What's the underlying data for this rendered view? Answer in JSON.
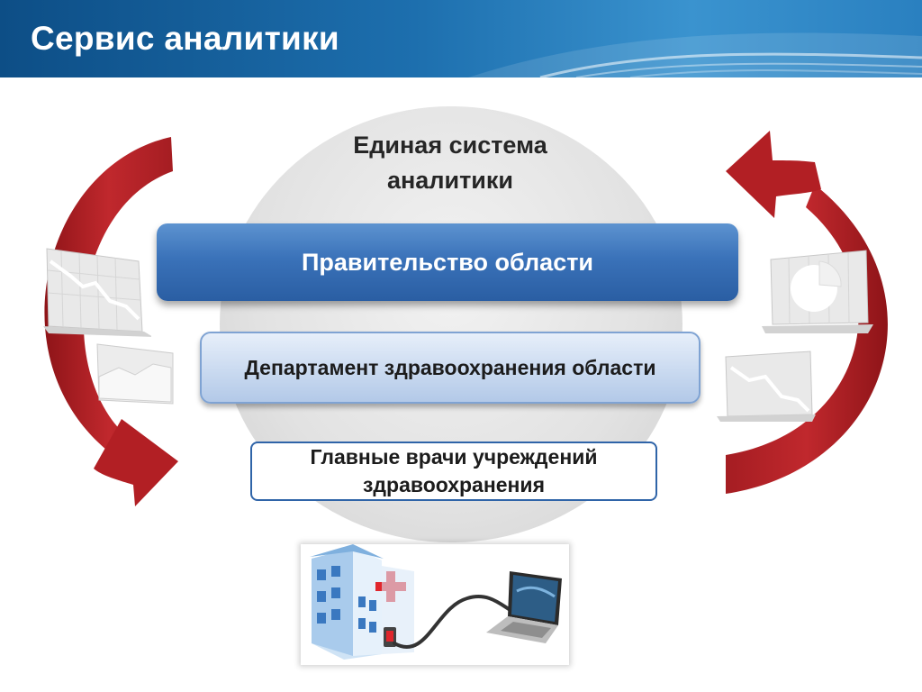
{
  "header": {
    "title": "Сервис аналитики"
  },
  "system": {
    "title_line1": "Единая система",
    "title_line2": "аналитики"
  },
  "levels": {
    "government": "Правительство области",
    "department": "Департамент здравоохранения области",
    "chief_doctors_line1": "Главные врачи учреждений",
    "chief_doctors_line2": "здравоохранения"
  },
  "icons": {
    "left_arrow": "curved-arrow-down-icon",
    "right_arrow": "curved-arrow-up-icon",
    "hospital": "hospital-icon",
    "laptop": "laptop-icon"
  },
  "colors": {
    "header_blue": "#1d6fae",
    "arrow_red": "#b21f24",
    "government_box": "#3a72b9",
    "department_box": "#c7d8ef",
    "doctors_border": "#2f64a8",
    "medical_cross": "#e0262c"
  }
}
